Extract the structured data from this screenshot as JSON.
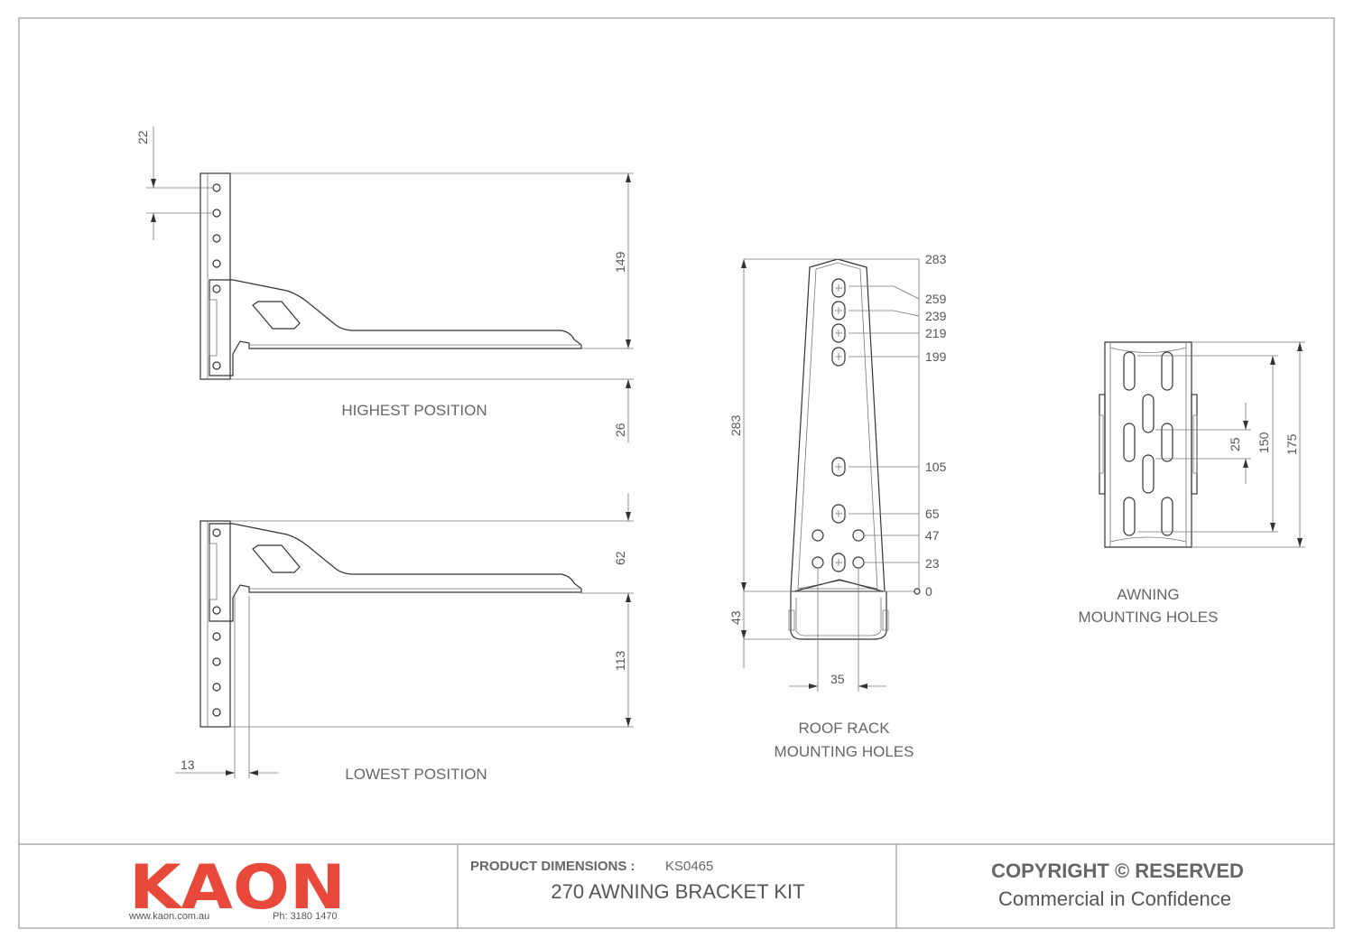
{
  "drawing": {
    "views": {
      "highest": {
        "label": "HIGHEST POSITION",
        "dims": {
          "top_spacing": "22",
          "height": "149",
          "below": "26"
        }
      },
      "lowest": {
        "label": "LOWEST POSITION",
        "dims": {
          "top": "62",
          "height": "113",
          "offset": "13"
        }
      },
      "roof_rack": {
        "label_line1": "ROOF RACK",
        "label_line2": "MOUNTING HOLES",
        "dims": {
          "overall": "283",
          "base": "43",
          "spacing": "35",
          "h283": "283",
          "h259": "259",
          "h239": "239",
          "h219": "219",
          "h199": "199",
          "h105": "105",
          "h65": "65",
          "h47": "47",
          "h23": "23",
          "h0": "0"
        }
      },
      "awning": {
        "label_line1": "AWNING",
        "label_line2": "MOUNTING HOLES",
        "dims": {
          "d25": "25",
          "d150": "150",
          "d175": "175"
        }
      }
    }
  },
  "title_block": {
    "brand": "KAON",
    "website": "www.kaon.com.au",
    "phone": "Ph: 3180 1470",
    "product_heading": "PRODUCT DIMENSIONS :",
    "product_code": "KS0465",
    "product_name": "270 AWNING BRACKET KIT",
    "copyright": "COPYRIGHT © RESERVED",
    "confidentiality": "Commercial in Confidence",
    "brand_color": "#e8493b"
  }
}
